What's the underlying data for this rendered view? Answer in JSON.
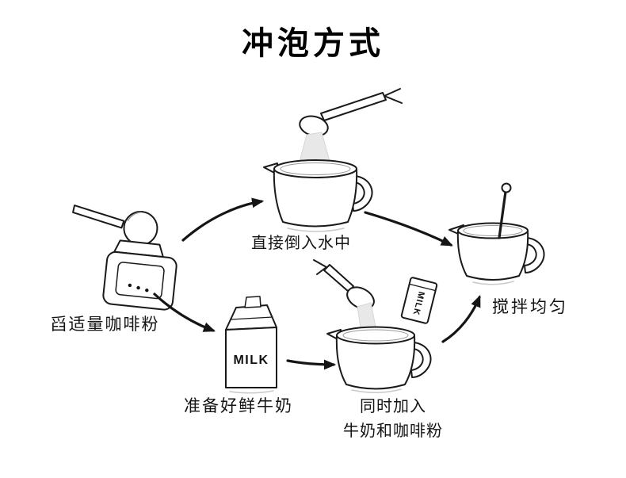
{
  "title": "冲泡方式",
  "diagram": {
    "step_scoop_label": "舀适量咖啡粉",
    "step_pour_water_label": "直接倒入水中",
    "step_milk_label": "准备好鲜牛奶",
    "step_add_both_line1": "同时加入",
    "step_add_both_line2": "牛奶和咖啡粉",
    "step_stir_label": "搅拌均匀",
    "milk_carton_text": "MILK",
    "milk_packet_text": "MILK"
  },
  "colors": {
    "ink": "#1a1a1a",
    "background": "#ffffff",
    "powder": "#e8e8e8",
    "shadow": "#c9c9c9"
  }
}
